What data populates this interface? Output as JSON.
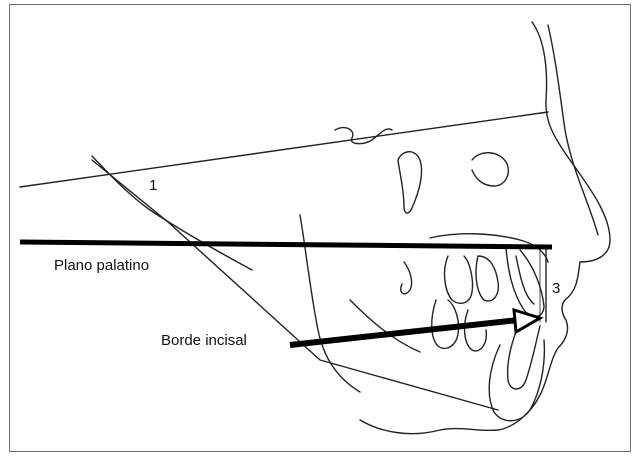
{
  "labels": {
    "point_1": "1",
    "point_3": "3",
    "palatal_plane": "Plano palatino",
    "incisal_edge": "Borde incisal"
  }
}
